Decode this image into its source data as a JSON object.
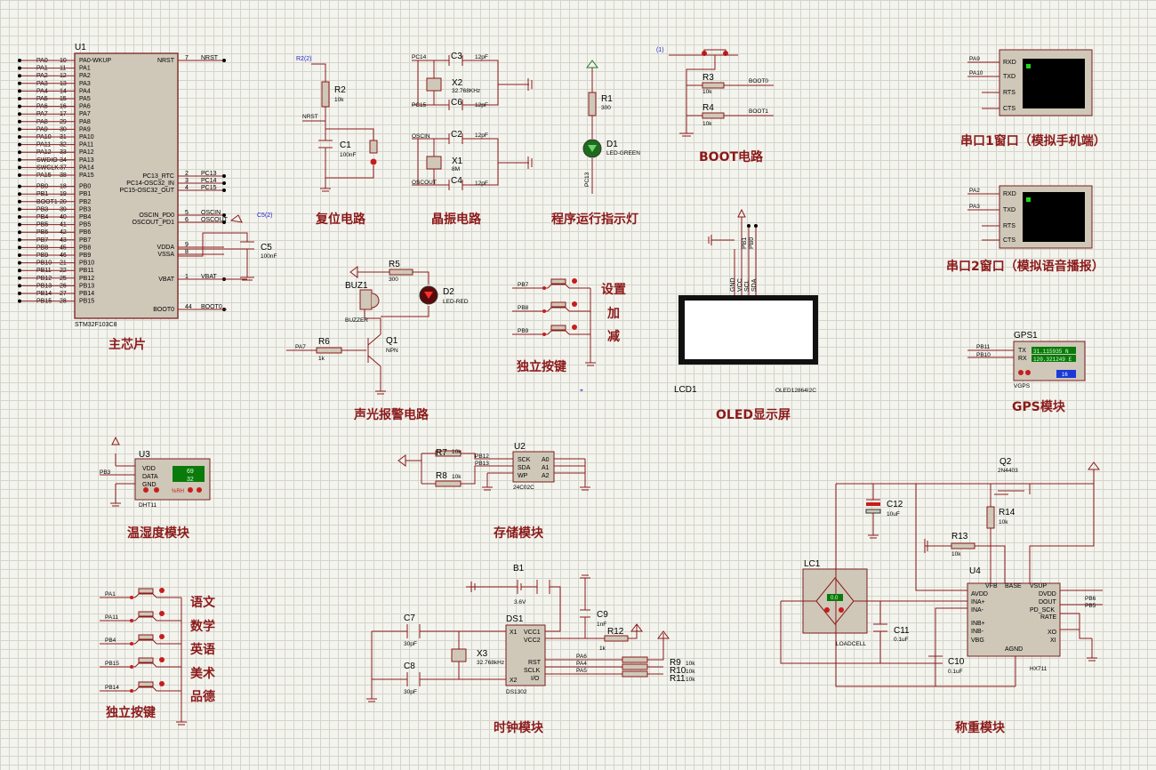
{
  "titles": {
    "main_chip": "主芯片",
    "reset": "复位电路",
    "crystal": "晶振电路",
    "led": "程序运行指示灯",
    "boot": "BOOT电路",
    "uart1": "串口1窗口（模拟手机端）",
    "uart2": "串口2窗口（模拟语音播报）",
    "alarm": "声光报警电路",
    "keys1": "独立按键",
    "oled": "OLED显示屏",
    "gps": "GPS模块",
    "dht": "温湿度模块",
    "eeprom": "存储模块",
    "keys2": "独立按键",
    "rtc": "时钟模块",
    "hx": "称重模块"
  },
  "mcu": {
    "ref": "U1",
    "part": "STM32F103C8",
    "left_pins": [
      {
        "net": "PA0",
        "num": "10",
        "name": "PA0-WKUP"
      },
      {
        "net": "PA1",
        "num": "11",
        "name": "PA1"
      },
      {
        "net": "PA2",
        "num": "12",
        "name": "PA2"
      },
      {
        "net": "PA3",
        "num": "13",
        "name": "PA3"
      },
      {
        "net": "PA4",
        "num": "14",
        "name": "PA4"
      },
      {
        "net": "PA5",
        "num": "15",
        "name": "PA5"
      },
      {
        "net": "PA6",
        "num": "16",
        "name": "PA6"
      },
      {
        "net": "PA7",
        "num": "17",
        "name": "PA7"
      },
      {
        "net": "PA8",
        "num": "29",
        "name": "PA8"
      },
      {
        "net": "PA9",
        "num": "30",
        "name": "PA9"
      },
      {
        "net": "PA10",
        "num": "31",
        "name": "PA10"
      },
      {
        "net": "PA11",
        "num": "32",
        "name": "PA11"
      },
      {
        "net": "PA12",
        "num": "33",
        "name": "PA12"
      },
      {
        "net": "SWDIO",
        "num": "34",
        "name": "PA13"
      },
      {
        "net": "SWCLK",
        "num": "37",
        "name": "PA14"
      },
      {
        "net": "PA15",
        "num": "38",
        "name": "PA15"
      },
      {
        "net": "PB0",
        "num": "18",
        "name": "PB0"
      },
      {
        "net": "PB1",
        "num": "19",
        "name": "PB1"
      },
      {
        "net": "BOOT1",
        "num": "20",
        "name": "PB2"
      },
      {
        "net": "PB3",
        "num": "39",
        "name": "PB3"
      },
      {
        "net": "PB4",
        "num": "40",
        "name": "PB4"
      },
      {
        "net": "PB5",
        "num": "41",
        "name": "PB5"
      },
      {
        "net": "PB6",
        "num": "42",
        "name": "PB6"
      },
      {
        "net": "PB7",
        "num": "43",
        "name": "PB7"
      },
      {
        "net": "PB8",
        "num": "45",
        "name": "PB8"
      },
      {
        "net": "PB9",
        "num": "46",
        "name": "PB9"
      },
      {
        "net": "PB10",
        "num": "21",
        "name": "PB10"
      },
      {
        "net": "PB11",
        "num": "22",
        "name": "PB11"
      },
      {
        "net": "PB12",
        "num": "25",
        "name": "PB12"
      },
      {
        "net": "PB13",
        "num": "26",
        "name": "PB13"
      },
      {
        "net": "PB14",
        "num": "27",
        "name": "PB14"
      },
      {
        "net": "PB15",
        "num": "28",
        "name": "PB15"
      }
    ],
    "right_pins": [
      {
        "name": "NRST",
        "num": "7",
        "net": "NRST"
      },
      {
        "name": "PC13_RTC",
        "num": "2",
        "net": "PC13"
      },
      {
        "name": "PC14-OSC32_IN",
        "num": "3",
        "net": "PC14"
      },
      {
        "name": "PC15-OSC32_OUT",
        "num": "4",
        "net": "PC15"
      },
      {
        "name": "OSCIN_PD0",
        "num": "5",
        "net": "OSCIN"
      },
      {
        "name": "OSCOUT_PD1",
        "num": "6",
        "net": "OSCOUT"
      },
      {
        "name": "VDDA",
        "num": "9",
        "net": ""
      },
      {
        "name": "VSSA",
        "num": "8",
        "net": ""
      },
      {
        "name": "VBAT",
        "num": "1",
        "net": "VBAT"
      },
      {
        "name": "BOOT0",
        "num": "44",
        "net": "BOOT0"
      }
    ]
  },
  "c5": {
    "ref": "C5",
    "val": "100nF",
    "probe": "C5(2)"
  },
  "reset": {
    "probe": "R2(2)",
    "r_ref": "R2",
    "r_val": "10k",
    "net": "NRST",
    "c_ref": "C1",
    "c_val": "100nF"
  },
  "crystal": {
    "pc14": "PC14",
    "pc15": "PC15",
    "oscin": "OSCIN",
    "oscout": "OSCOUT",
    "c3": "C3",
    "c6": "C6",
    "c2": "C2",
    "c4": "C4",
    "cval": "12pF",
    "x2": "X2",
    "x2_val": "32.768KHz",
    "x1": "X1",
    "x1_val": "8M"
  },
  "led": {
    "r_ref": "R1",
    "r_val": "300",
    "d_ref": "D1",
    "d_val": "LED-GREEN",
    "net": "PC13"
  },
  "boot": {
    "probe": "(1)",
    "r3": "R3",
    "r4": "R4",
    "rval": "10k",
    "boot0": "BOOT0",
    "boot1": "BOOT1"
  },
  "uart1": {
    "net1": "PA9",
    "net2": "PA10",
    "p1": "RXD",
    "p2": "TXD",
    "p3": "RTS",
    "p4": "CTS"
  },
  "uart2": {
    "net1": "PA2",
    "net2": "PA3",
    "p1": "RXD",
    "p2": "TXD",
    "p3": "RTS",
    "p4": "CTS"
  },
  "alarm": {
    "buz": "BUZ1",
    "buz_val": "BUZZER",
    "r5": "R5",
    "r5_val": "300",
    "d2": "D2",
    "d2_val": "LED-RED",
    "net": "PA7",
    "r6": "R6",
    "r6_val": "1k",
    "q1": "Q1",
    "q1_val": "NPN"
  },
  "keys1": {
    "nets": [
      "PB7",
      "PB8",
      "PB9"
    ],
    "labels": [
      "设置",
      "加",
      "减"
    ]
  },
  "oled": {
    "ref": "LCD1",
    "part": "OLED12864I2C",
    "net1": "PB1",
    "net2": "PB0",
    "pins": [
      "GND",
      "VCC",
      "SCL",
      "SDA"
    ],
    "marker": "⌖"
  },
  "gps": {
    "ref": "GPS1",
    "net1": "PB11",
    "net2": "PB10",
    "tx": "TX",
    "rx": "RX",
    "lat": "31.115935 N",
    "lon": "120.321249 E",
    "sat": "16",
    "part": "VGPS"
  },
  "dht": {
    "ref": "U3",
    "net": "PB3",
    "pins": [
      "VDD",
      "DATA",
      "GND"
    ],
    "t": "69",
    "h": "32",
    "unit": "%RH",
    "part": "DHT11"
  },
  "eeprom": {
    "ref": "U2",
    "part": "24C02C",
    "r7": "R7",
    "r8": "R8",
    "rval": "10k",
    "net1": "PB12",
    "net2": "PB13",
    "pins": [
      "SCK",
      "SDA",
      "WP",
      "A0",
      "A1",
      "A2"
    ]
  },
  "keys2": {
    "nets": [
      "PA1",
      "PA11",
      "PB4",
      "PB15",
      "PB14"
    ],
    "labels": [
      "语文",
      "数学",
      "英语",
      "美术",
      "品德"
    ]
  },
  "rtc": {
    "ref": "DS1",
    "part": "DS1302",
    "b1": "B1",
    "b1_val": "3.6V",
    "pins": [
      "X1",
      "X2",
      "VCC1",
      "VCC2",
      "RST",
      "SCLK",
      "I/O"
    ],
    "nets": [
      "PA6",
      "PA4",
      "PA5"
    ],
    "c7": "C7",
    "c8": "C8",
    "cval": "30pF",
    "x3": "X3",
    "x3_val": "32.768kHz",
    "c9": "C9",
    "c9_val": "1nF",
    "r12": "R12",
    "r12_val": "1k",
    "r9": "R9",
    "r10": "R10",
    "r11": "R11",
    "rval": "10k"
  },
  "hx": {
    "ref": "U4",
    "part": "HX711",
    "q2": "Q2",
    "q2_val": "2N4403",
    "c12": "C12",
    "c12_val": "10uF",
    "r14": "R14",
    "r13": "R13",
    "rval": "10k",
    "lc": "LC1",
    "lc_reading": "0.0",
    "lc_part": "LOADCELL",
    "c11": "C11",
    "c10": "C10",
    "cval": "0.1uF",
    "net1": "PB6",
    "net2": "PB5",
    "pins": [
      "AVDD",
      "INA+",
      "INA-",
      "INB+",
      "INB-",
      "VBG",
      "VFB",
      "BASE",
      "VSUP",
      "DVDD",
      "DOUT",
      "PD_SCK",
      "RATE",
      "XO",
      "XI",
      "AGND"
    ]
  }
}
